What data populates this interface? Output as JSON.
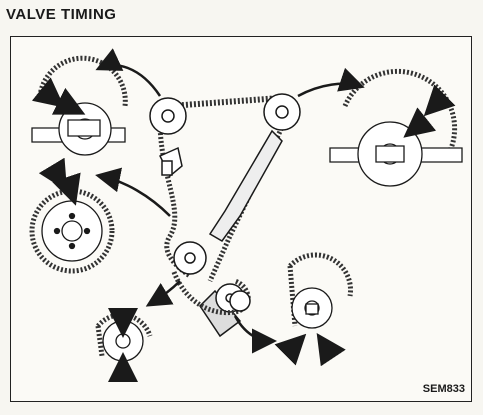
{
  "title": "VALVE TIMING",
  "figure_code": "SEM833",
  "colors": {
    "ink": "#1a1a1a",
    "paper": "#fbfaf6",
    "chain": "#2a2a2a"
  },
  "parts": [
    "left-camshaft-sprocket-detail",
    "right-camshaft-sprocket-detail",
    "idler-sprocket-detail",
    "crankshaft-sprocket-detail-left",
    "crankshaft-sprocket-detail-right",
    "timing-chain-assembly"
  ]
}
